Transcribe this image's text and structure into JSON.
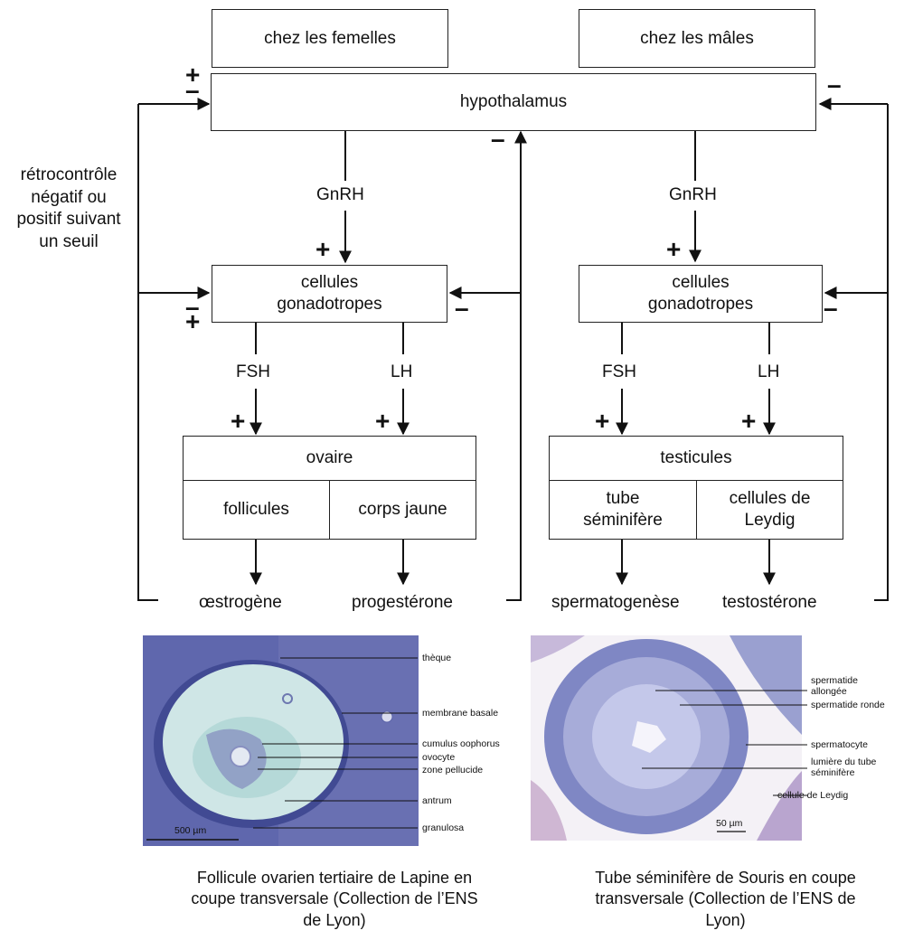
{
  "headers": {
    "female": "chez les femelles",
    "male": "chez les mâles"
  },
  "hypothalamus": "hypothalamus",
  "side_note": "rétrocontrôle\nnégatif ou\npositif suivant\nun seuil",
  "female": {
    "hormone_top": "GnRH",
    "gonadotropes": "cellules\ngonadotropes",
    "fsh": "FSH",
    "lh": "LH",
    "organ": "ovaire",
    "part_left": "follicules",
    "part_right": "corps jaune",
    "out_left": "œstrogène",
    "out_right": "progestérone"
  },
  "male": {
    "hormone_top": "GnRH",
    "gonadotropes": "cellules\ngonadotropes",
    "fsh": "FSH",
    "lh": "LH",
    "organ": "testicules",
    "part_left": "tube\nséminifère",
    "part_right": "cellules de\nLeydig",
    "out_left": "spermatogenèse",
    "out_right": "testostérone"
  },
  "signs": {
    "plus": "+",
    "minus": "–"
  },
  "micrograph_left": {
    "labels": [
      "thèque",
      "membrane basale",
      "cumulus oophorus",
      "ovocyte",
      "zone pellucide",
      "antrum",
      "granulosa"
    ],
    "scale": "500 µm",
    "caption": "Follicule ovarien tertiaire de Lapine en\ncoupe transversale (Collection de l’ENS\nde Lyon)"
  },
  "micrograph_right": {
    "labels": [
      "spermatide\nallongée",
      "spermatide ronde",
      "spermatocyte",
      "lumière du tube\nséminifère",
      "cellule de Leydig"
    ],
    "scale": "50 µm",
    "caption": "Tube séminifère de Souris en coupe\ntransversale (Collection de l’ENS de\nLyon)"
  },
  "colors": {
    "stroke": "#111111",
    "tissue_blue": "#5a63a8",
    "tissue_teal": "#c9e4e2",
    "tissue_lilac": "#b8b9de"
  }
}
